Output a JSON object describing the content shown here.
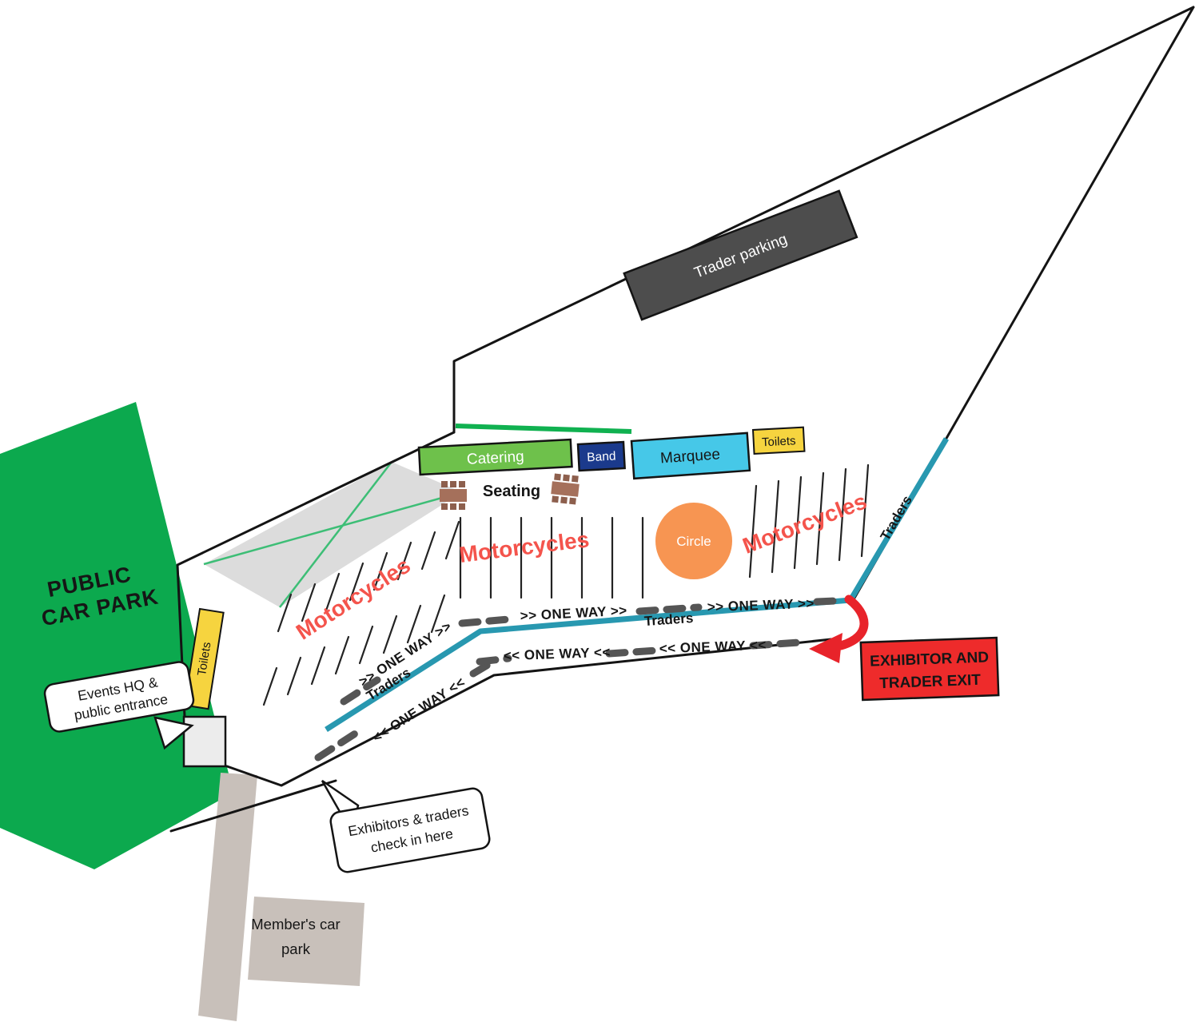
{
  "colors": {
    "public_car_park": "#0CA94E",
    "trader_parking": "#4D4D4D",
    "members_car_park": "#C8C0BA",
    "catering": "#6EC14B",
    "band": "#1B3A8C",
    "marquee": "#46C8E8",
    "toilets": "#F6D43F",
    "circle": "#F79552",
    "traders_route": "#2898B0",
    "motorcycles_label": "#F4544C",
    "exit_box": "#EE2B2B",
    "exit_arrow": "#E8232A",
    "one_way_dash": "#555555",
    "boundary": "#141414",
    "hatch_area": "#DCDCDC",
    "hatch_lines": "#3DBE76",
    "green_line": "#10B150",
    "table_icon": "#A5705B"
  },
  "areas": {
    "public_car_park": {
      "line1": "PUBLIC",
      "line2": "CAR PARK"
    },
    "trader_parking": {
      "label": "Trader parking"
    },
    "members_car_park": {
      "line1": "Member's car",
      "line2": "park"
    }
  },
  "facilities": {
    "catering": {
      "label": "Catering"
    },
    "band": {
      "label": "Band"
    },
    "marquee": {
      "label": "Marquee"
    },
    "toilets_top": {
      "label": "Toilets"
    },
    "toilets_left": {
      "label": "Toilets"
    },
    "seating": {
      "label": "Seating"
    },
    "circle": {
      "label": "Circle"
    }
  },
  "zones": {
    "motorcycles_left": "Motorcycles",
    "motorcycles_middle": "Motorcycles",
    "motorcycles_right": "Motorcycles"
  },
  "routes": {
    "traders_left": "Traders",
    "traders_middle": "Traders",
    "traders_right": "Traders",
    "one_way_forward": ">> ONE WAY >>",
    "one_way_backward": "<< ONE WAY <<"
  },
  "callouts": {
    "events_hq": {
      "line1": "Events HQ &",
      "line2": "public entrance"
    },
    "check_in": {
      "line1": "Exhibitors & traders",
      "line2": "check in here"
    },
    "exit": {
      "line1": "EXHIBITOR AND",
      "line2": "TRADER EXIT"
    }
  }
}
